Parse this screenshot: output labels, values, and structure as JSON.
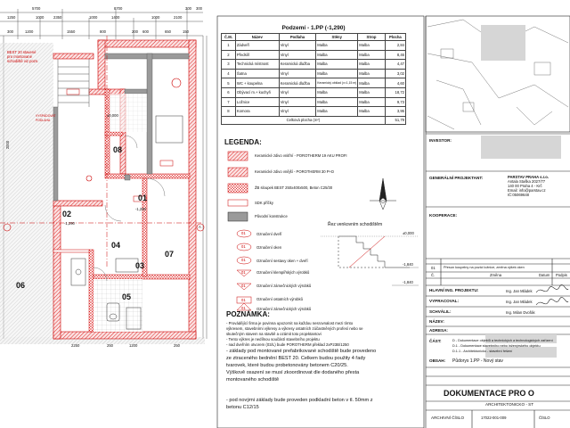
{
  "plan": {
    "dims_top": [
      "5700",
      "8700",
      "300",
      "300"
    ],
    "dims_top2": [
      "1250",
      "1000",
      "2350",
      "1000",
      "1400",
      "1000",
      "2100"
    ],
    "dims_top3": [
      "300",
      "1200",
      "1550",
      "800",
      "200",
      "600",
      "650",
      "150"
    ],
    "dim_left": "2000",
    "red_note": [
      "BEST 20 stavené",
      "pro montované",
      "schodiště viz pozn."
    ],
    "red_small": [
      "VYSPÁDOVAT",
      "PODLAHA"
    ],
    "room_labels": {
      "r01": "01",
      "r02": "02",
      "r03": "03",
      "r04": "04",
      "r05": "05",
      "r06": "06",
      "r07": "07",
      "r08": "08"
    },
    "level_marks": [
      "±0,000",
      "-1,290",
      "-1,290"
    ],
    "section_mark": "A",
    "bottom_dims": [
      "2250",
      "250",
      "1200",
      "250"
    ]
  },
  "room_table": {
    "title": "Podzemí - 1.PP (-1,290)",
    "headers": [
      "Č.M.",
      "Název",
      "Podlaha",
      "Stěny",
      "Strop",
      "Plocha"
    ],
    "rows": [
      [
        "1",
        "Zádveří",
        "Vinyl",
        "Malba",
        "Malba",
        "2,84"
      ],
      [
        "2",
        "Předsíň",
        "Vinyl",
        "Malba",
        "Malba",
        "8,46"
      ],
      [
        "3",
        "Technická místnost",
        "Keramická dlažba",
        "Malba",
        "Malba",
        "4,47"
      ],
      [
        "4",
        "Šatna",
        "Vinyl",
        "Malba",
        "Malba",
        "3,02"
      ],
      [
        "5",
        "WC + koupelna",
        "Keramická dlažba",
        "Keramický obklad (v=1,15 m)",
        "Malba",
        "4,60"
      ],
      [
        "6",
        "Obývací m.+ kuchyň",
        "Vinyl",
        "Malba",
        "Malba",
        "18,72"
      ],
      [
        "7",
        "Ložnice",
        "Vinyl",
        "Malba",
        "Malba",
        "9,73"
      ],
      [
        "8",
        "Komora",
        "Vinyl",
        "Malba",
        "Malba",
        "3,95"
      ]
    ],
    "total_label": "Celková plocha (m²)",
    "total_value": "51,79"
  },
  "legend": {
    "title": "LEGENDA:",
    "items": [
      "Keramické zdivo vnitřní - POROTHERM 19 AKU PROFI",
      "Keramické zdivo vnější - POROTHERM 30 P+D",
      "ŽB sloupek BEST 250x400x500, Beton C25/30",
      "SDK příčky",
      "Původní konstrukce"
    ],
    "symbols": [
      "Označení dveří",
      "Označení oken",
      "Označení sestavy oken + dveří",
      "Označení klempířských výrobků",
      "Označení zámečnických výrobků",
      "Označení ostatních výrobků",
      "Označení zámečnických výrobků"
    ],
    "symbol_codes": [
      "01",
      "01",
      "01",
      "01",
      "01",
      "01",
      "01"
    ],
    "stair_title": "Řez venkovním schodištěm",
    "stair_levels": [
      "±0,000",
      "-1,840",
      "-1,840"
    ]
  },
  "notes": {
    "title": "POZNÁMKA:",
    "lines": [
      "- Provádějící firma je povinna upozornit na každou nesrovnalost mezi tímto",
      "výkresem, stavebními výkresy a výkresy ostatních zúčastněných profesí nebo se",
      "skutečným stavem na stavbě a ozámit toto projektantovi",
      "- Tento výkres je nedílnou součástí stavebního projektu",
      "- nad dveřním otvorem (03/L) bude POROTHERM překlad 2xP23B/1250",
      "- základy pod montované prefabrikované schodiště bude provedeno",
      "ze ztraceného bednění BEST 20. Celkem budou použity 4 řady",
      "tvarovek, které budou probetonovány betonem C20/25.",
      "Výškově osazení se musí zkoordinovat dle dodaného přesta",
      "montovaného schodiště",
      "- pod novými základy bude proveden podkladní beton v tl. 50mm z",
      "betonu C12/15"
    ]
  },
  "title_block": {
    "investor_label": "INVESTOR:",
    "gen_label": "GENERÁLNÍ PROJEKTANT:",
    "gen_lines": [
      "PARSTAV PRAHA s.r.o.",
      "Antala Staška 2027/77",
      "140 00 Praha 4 - Krč",
      "Email: info@parstav.cz",
      "IČ:05069648"
    ],
    "coop_label": "KOOPERACE:",
    "rev_num": "01",
    "rev_text": "Přesun koupelny na pozici ložnice, změna výšek oken",
    "rev_headers": [
      "Č.",
      "Změna",
      "Datum",
      "Podpis"
    ],
    "roles": [
      {
        "label": "HLAVNÍ ING. PROJEKTU:",
        "value": "Ing. Jan Mládek"
      },
      {
        "label": "VYPRACOVAL:",
        "value": "Ing. Jan Mládek"
      },
      {
        "label": "SCHVÁLIL:",
        "value": "Ing. Milan Dvořák"
      }
    ],
    "nazev_label": "NÁZEV:",
    "adresa_label": "ADRESA:",
    "cast_label": "ČÁST:",
    "cast_lines": [
      "D - Dokumentace objektů a technických a technologických zařízení",
      "D.1 - Dokumentace stavebního nebo inženýrského objektu",
      "D.1.1 - Architektonicko - stavební řešení"
    ],
    "obsah_label": "OBSAH:",
    "obsah_value": "Půdorys 1.PP - Nový stav",
    "doc_title": "DOKUMENTACE PRO O",
    "doc_sub": "ARCHITEKTONICKO - ST",
    "archive_label": "ARCHIVNÍ ČÍSLO",
    "archive_value": "17022-001-009",
    "cislo_label": "ČÍSLO"
  }
}
